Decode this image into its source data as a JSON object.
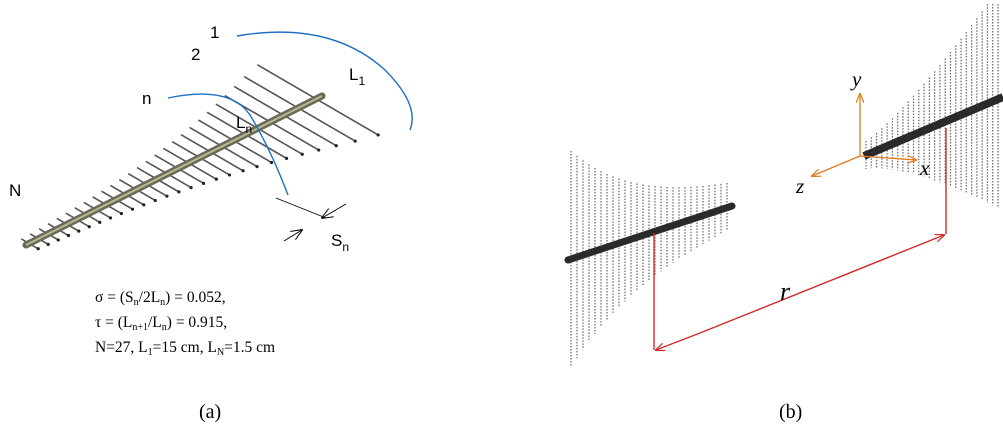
{
  "panel_a": {
    "caption": "(a)",
    "labels": {
      "element_1": "1",
      "element_2": "2",
      "element_n": "n",
      "element_N": "N",
      "length_L1": {
        "base": "L",
        "sub": "1"
      },
      "length_Ln": {
        "base": "L",
        "sub": "n"
      },
      "spacing_Sn": {
        "base": "S",
        "sub": "n"
      }
    },
    "equations": {
      "sigma": {
        "lead": "σ = (S",
        "sub1": "n",
        "mid": "/2L",
        "sub2": "n",
        "tail": ") = 0.052,"
      },
      "tau": {
        "lead": "τ = (L",
        "sub1": "n+1",
        "mid": "/L",
        "sub2": "n",
        "tail": ") = 0.915,"
      },
      "params": {
        "p1": "N=27, L",
        "s1": "1",
        "p2": "=15 cm, L",
        "s2": "N",
        "p3": "=1.5 cm"
      }
    }
  },
  "panel_b": {
    "caption": "(b)",
    "axes": {
      "x": "x",
      "y": "y",
      "z": "z"
    },
    "distance_label": "r"
  },
  "colors": {
    "dimension_arc": "#1f6fc5",
    "axis_arrows": "#e07b1a",
    "distance_line": "#d42a2a",
    "boom_dark": "#2a2a2a",
    "boom_light": "#8a8a6a"
  }
}
